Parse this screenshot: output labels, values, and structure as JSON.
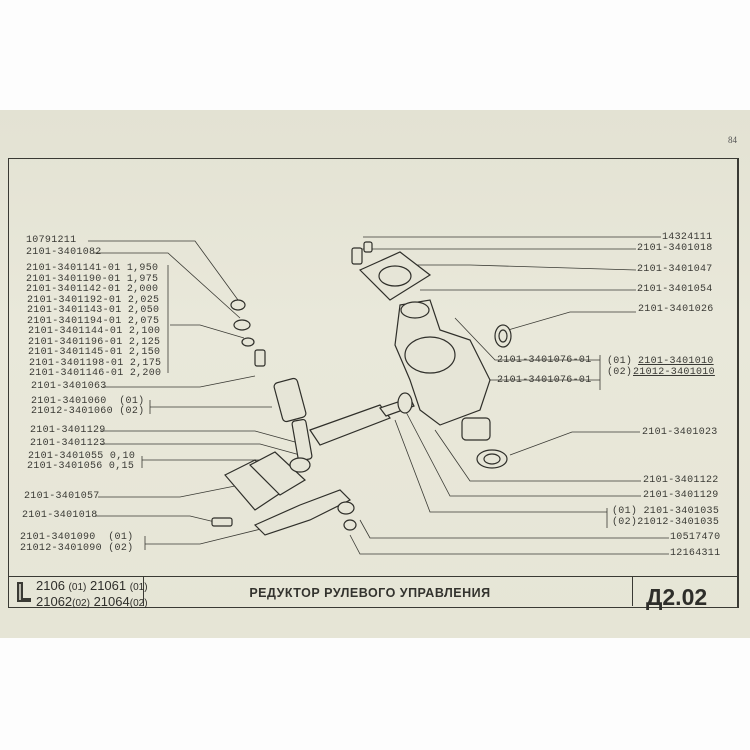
{
  "page_number": "84",
  "left_labels": {
    "l1": "10791211",
    "l2": "2101-3401082",
    "shims": [
      "2101-3401141-01 1,950",
      "2101-3401190-01 1,975",
      "2101-3401142-01 2,000",
      "2101-3401192-01 2,025",
      "2101-3401143-01 2,050",
      "2101-3401194-01 2,075",
      "2101-3401144-01 2,100",
      "2101-3401196-01 2,125",
      "2101-3401145-01 2,150",
      "2101-3401198-01 2,175",
      "2101-3401146-01 2,200"
    ],
    "l3": "2101-3401063",
    "l4a": "2101-3401060  (01)",
    "l4b": "21012-3401060 (02)",
    "l5": "2101-3401129",
    "l6": "2101-3401123",
    "l7a": "2101-3401055 0,10",
    "l7b": "2101-3401056 0,15",
    "l8": "2101-3401057",
    "l9": "2101-3401018",
    "l10a": "2101-3401090  (01)",
    "l10b": "21012-3401090 (02)"
  },
  "right_labels": {
    "r1": "14324111",
    "r2": "2101-3401018",
    "r3": "2101-3401047",
    "r4": "2101-3401054",
    "r5": "2101-3401026",
    "r6a": "2101-3401076-01",
    "r6b": "2101-3401076-01",
    "r6c_prefix": "(01)",
    "r6c": "2101-3401010",
    "r6d_prefix": "(02)",
    "r6d": "21012-3401010",
    "r7": "2101-3401023",
    "r8": "2101-3401122",
    "r9": "2101-3401129",
    "r10a": "(01) 2101-3401035",
    "r10b": "(02)21012-3401035",
    "r11": "10517470",
    "r12": "12164311"
  },
  "title_block": {
    "models": [
      {
        "model": "2106",
        "variant": "(01)"
      },
      {
        "model": "21061",
        "variant": "(01)"
      },
      {
        "model": "21062",
        "variant": "(02)"
      },
      {
        "model": "21064",
        "variant": "(02)"
      }
    ],
    "title": "РЕДУКТОР РУЛЕВОГО УПРАВЛЕНИЯ",
    "code": "Д2.02"
  }
}
